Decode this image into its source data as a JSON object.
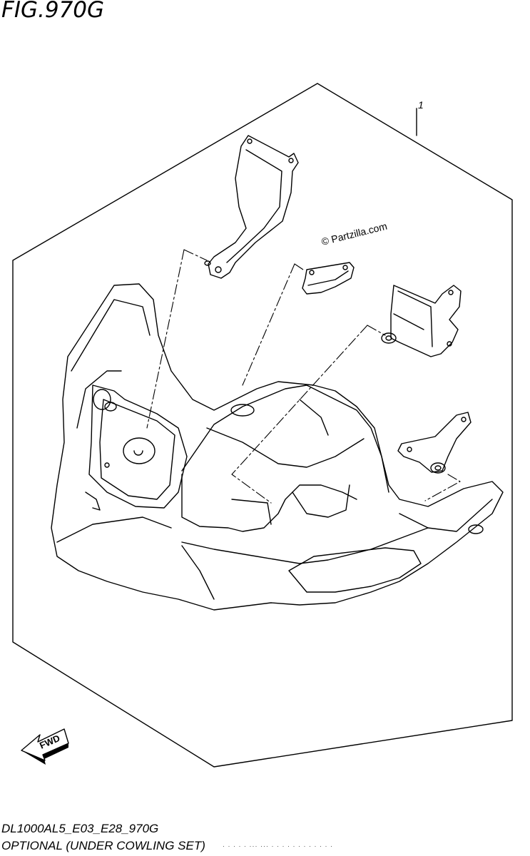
{
  "figure": {
    "title": "FIG.970G",
    "callouts": [
      {
        "label": "1"
      }
    ],
    "watermark": "© Partzilla.com",
    "direction_label": "FWD"
  },
  "footer": {
    "code": "DL1000AL5_E03_E28_970G",
    "name": "OPTIONAL (UNDER COWLING SET)",
    "small_print": "· · · · · ··· ··· · · · · · · · · · · · ·"
  }
}
